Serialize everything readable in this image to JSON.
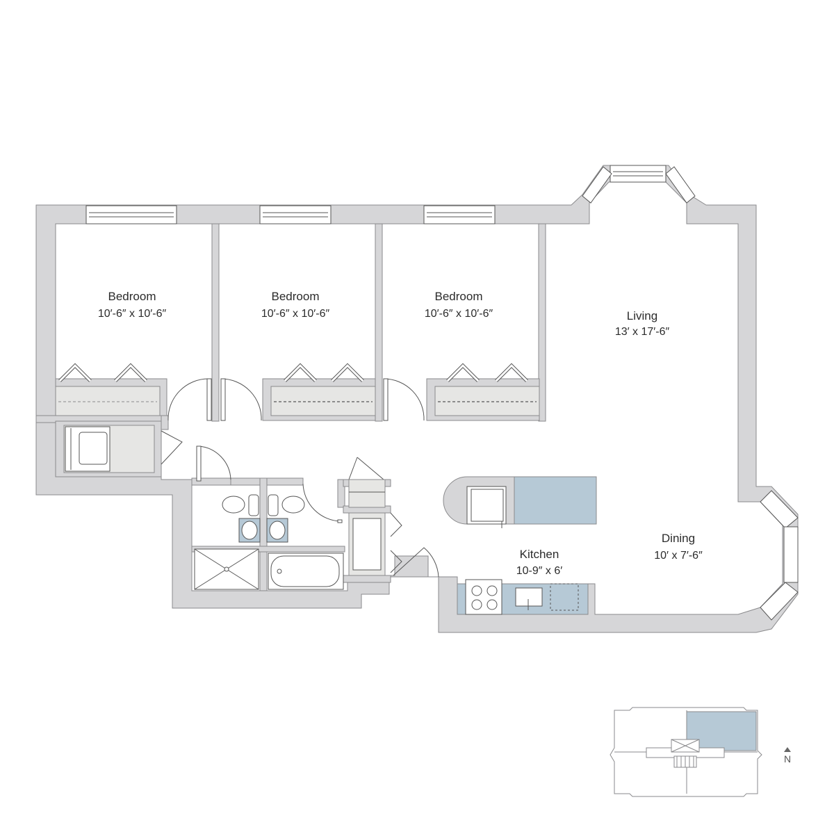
{
  "rooms": {
    "bedroom_1": {
      "name": "Bedroom",
      "dimensions": "10′-6″ x 10′-6″"
    },
    "bedroom_2": {
      "name": "Bedroom",
      "dimensions": "10′-6″ x 10′-6″"
    },
    "bedroom_3": {
      "name": "Bedroom",
      "dimensions": "10′-6″ x 10′-6″"
    },
    "living": {
      "name": "Living",
      "dimensions": "13′ x 17′-6″"
    },
    "dining": {
      "name": "Dining",
      "dimensions": "10′ x 7′-6″"
    },
    "kitchen": {
      "name": "Kitchen",
      "dimensions": "10-9″ x 6′"
    }
  },
  "compass": {
    "label": "N"
  },
  "colors": {
    "wall": "#d6d6d8",
    "wall_outline": "#8a8a8c",
    "accent": "#b6c9d6",
    "closet": "#e6e6e4",
    "line": "#555555"
  }
}
